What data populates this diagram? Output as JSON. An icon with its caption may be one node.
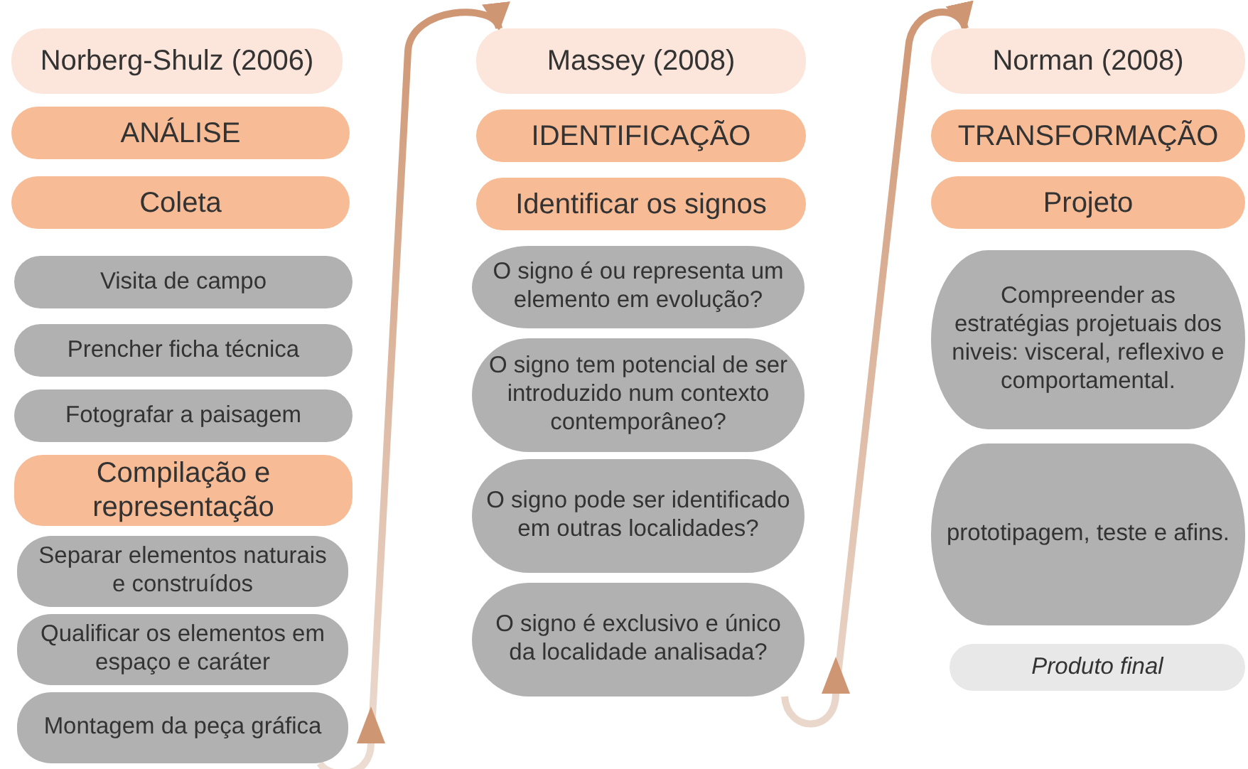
{
  "diagram": {
    "nodes": [
      {
        "text": [
          "Norberg-Shulz (2006)"
        ]
      },
      {
        "text": [
          "ANÁLISE"
        ]
      },
      {
        "text": [
          "Coleta"
        ]
      },
      {
        "text": [
          "Visita de campo"
        ]
      },
      {
        "text": [
          "Prencher ficha técnica"
        ]
      },
      {
        "text": [
          "Fotografar a paisagem"
        ]
      },
      {
        "text": [
          "Compilação e representação"
        ]
      },
      {
        "text": [
          "Separar elementos naturais e construídos"
        ]
      },
      {
        "text": [
          "Qualificar os elementos em espaço e caráter"
        ]
      },
      {
        "text": [
          "Montagem da peça gráfica"
        ]
      },
      {
        "text": [
          "Massey (2008)"
        ]
      },
      {
        "text": [
          "IDENTIFICAÇÃO"
        ]
      },
      {
        "text": [
          "Identificar os signos"
        ]
      },
      {
        "text": [
          "O signo é ou representa um elemento em evolução?"
        ]
      },
      {
        "text": [
          "O signo tem potencial de ser introduzido num contexto contemporâneo?"
        ]
      },
      {
        "text": [
          "O signo pode ser identificado em outras localidades?"
        ]
      },
      {
        "text": [
          "O signo é exclusivo e único da localidade analisada?"
        ]
      },
      {
        "text": [
          "Norman (2008)"
        ]
      },
      {
        "text": [
          "TRANSFORMAÇÃO"
        ]
      },
      {
        "text": [
          "Projeto"
        ]
      },
      {
        "text": [
          "Compreender as estratégias projetuais dos niveis: visceral, reflexivo e comportamental."
        ]
      },
      {
        "text": [
          "prototipagem, teste e afins."
        ]
      },
      {
        "text": [
          "Produto final"
        ]
      }
    ],
    "edges": [
      {
        "from": 9,
        "to": 10,
        "arrow": "to"
      },
      {
        "from": 16,
        "to": 17,
        "arrow": "to"
      }
    ]
  }
}
